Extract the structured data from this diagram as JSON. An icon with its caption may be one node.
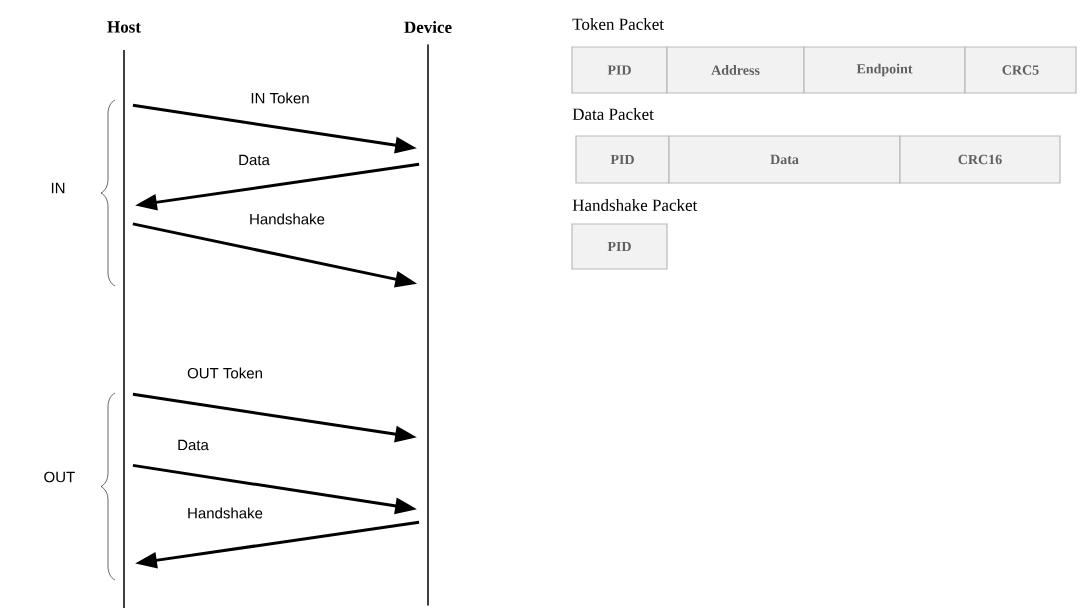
{
  "diagram": {
    "nodes": [
      {
        "text": [
          "Host"
        ]
      },
      {
        "text": [
          "Device"
        ]
      },
      {
        "text": [
          "PID"
        ]
      },
      {
        "text": [
          "Address"
        ]
      },
      {
        "text": [
          "Endpoint"
        ]
      },
      {
        "text": [
          "CRC5"
        ]
      },
      {
        "text": [
          "PID"
        ]
      },
      {
        "text": [
          "Data"
        ]
      },
      {
        "text": [
          "CRC16"
        ]
      },
      {
        "text": [
          "PID"
        ]
      }
    ],
    "edges": [
      {
        "from": 0,
        "to": 1,
        "arrow": "to",
        "label": "IN Token"
      },
      {
        "from": 1,
        "to": 0,
        "arrow": "to",
        "label": "Data"
      },
      {
        "from": 0,
        "to": 1,
        "arrow": "to",
        "label": "Handshake"
      },
      {
        "from": 0,
        "to": 1,
        "arrow": "to",
        "label": "OUT Token"
      },
      {
        "from": 0,
        "to": 1,
        "arrow": "to",
        "label": "Data"
      },
      {
        "from": 1,
        "to": 0,
        "arrow": "to",
        "label": "Handshake"
      }
    ],
    "labels": [
      "IN",
      "OUT",
      "Token Packet",
      "Data Packet",
      "Handshake Packet"
    ]
  }
}
